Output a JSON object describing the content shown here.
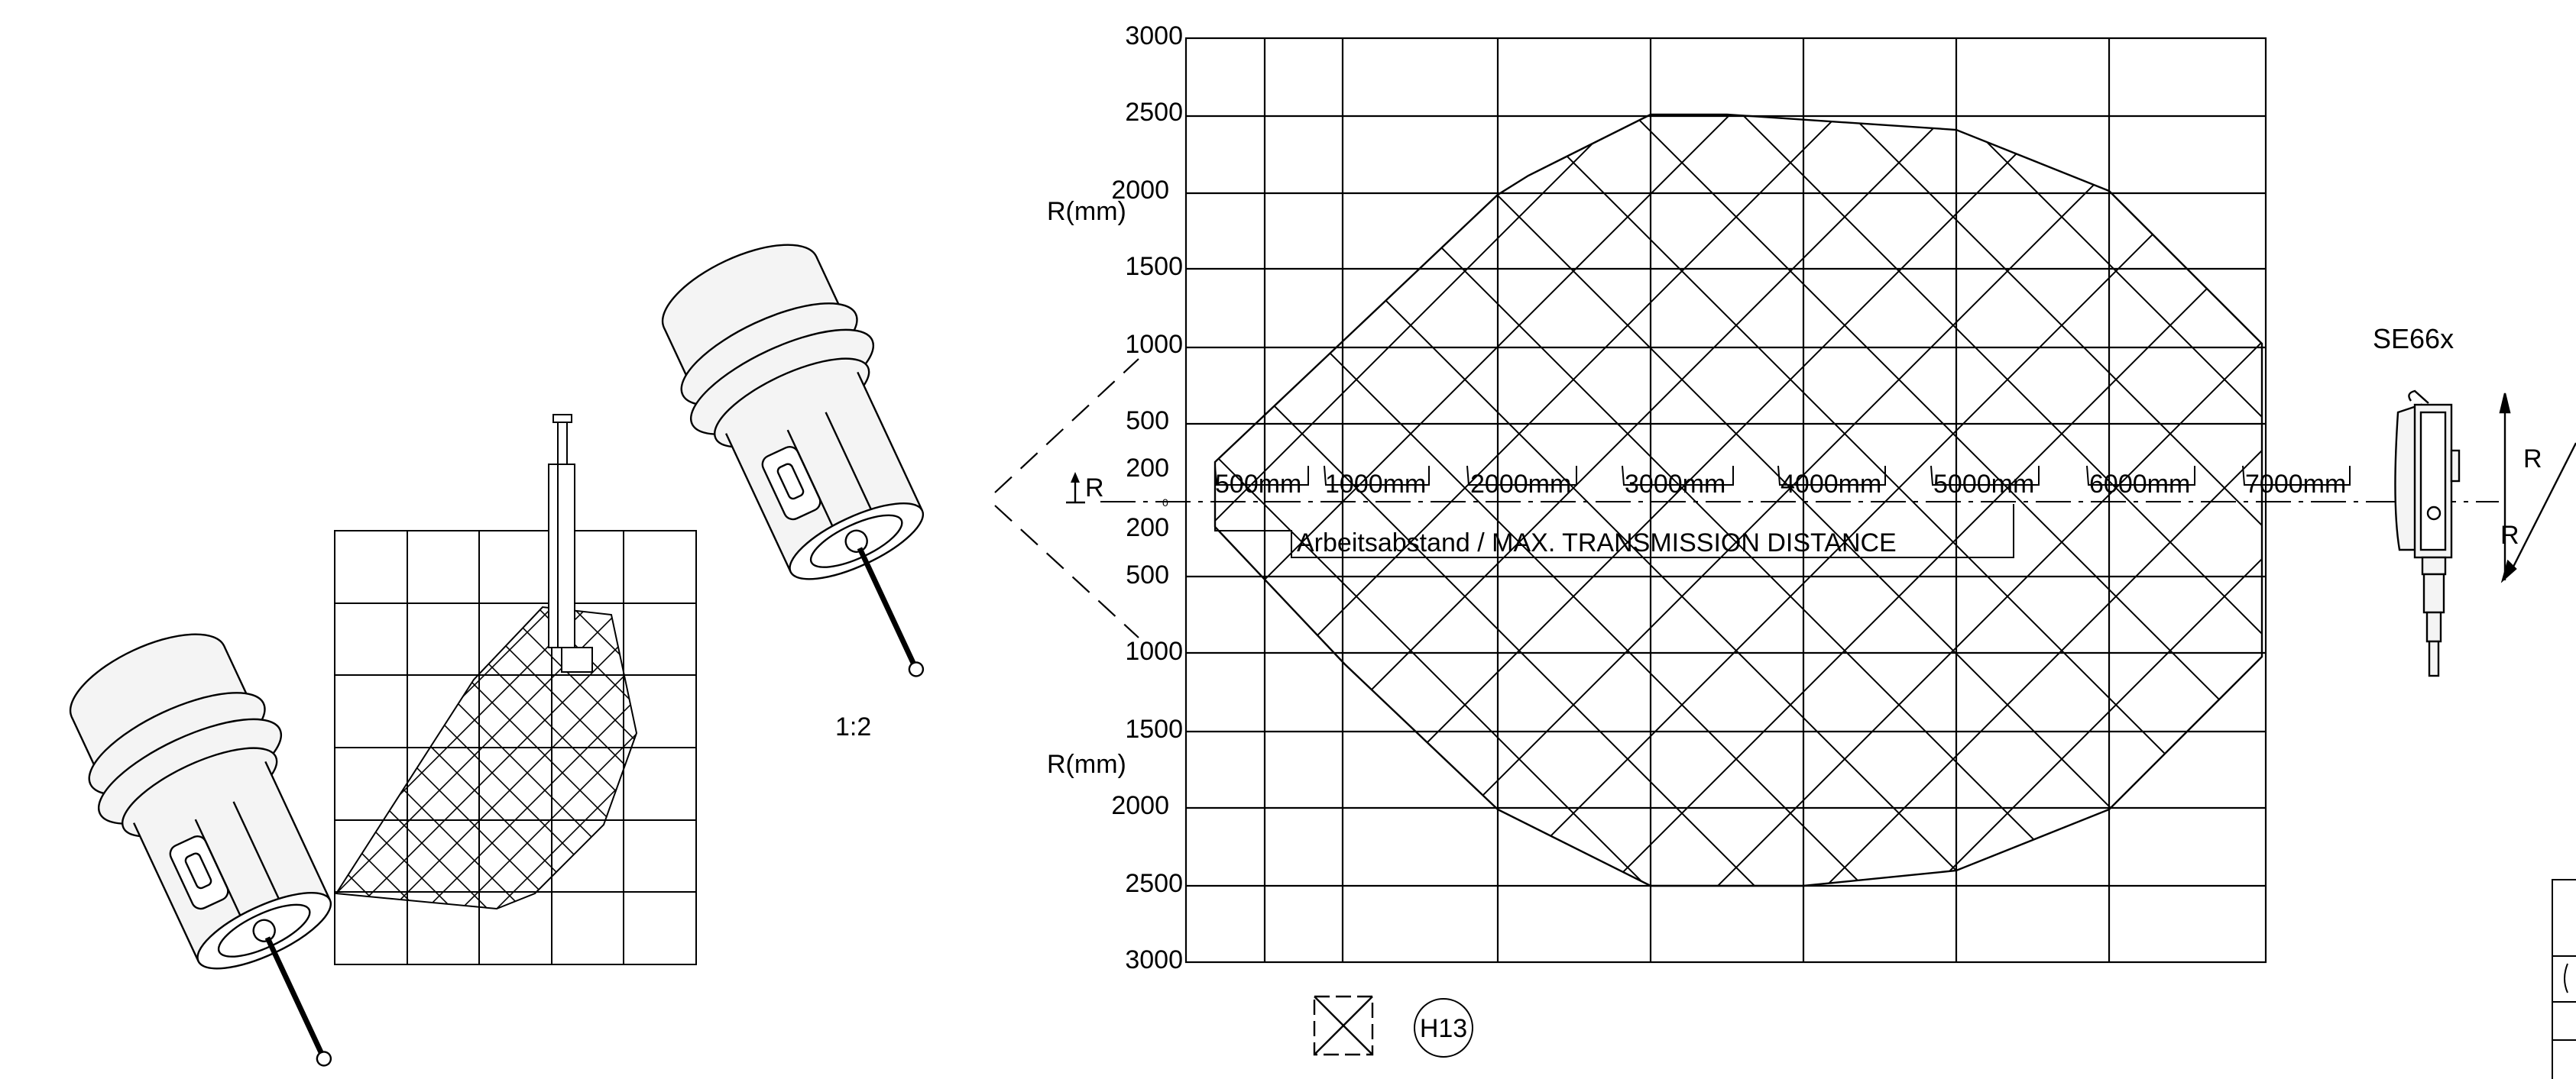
{
  "diagram": {
    "main_chart": {
      "y_ticks": [
        "3000",
        "2500",
        "2000",
        "1500",
        "1000",
        "500",
        "200",
        "200",
        "500",
        "1000",
        "1500",
        "2000",
        "2500",
        "3000"
      ],
      "y_axis_label_top": "R(mm)",
      "y_axis_label_bottom": "R(mm)",
      "axis_marker_label": "R",
      "origin_label": "0",
      "distance_labels": [
        "500mm",
        "1000mm",
        "2000mm",
        "3000mm",
        "4000mm",
        "5000mm",
        "6000mm",
        "7000mm"
      ],
      "caption": "Arbeitsabstand / MAX. TRANSMISSION DISTANCE"
    },
    "scale_label": "1:2",
    "receiver": {
      "label": "SE66x",
      "radius_labels": [
        "R",
        "R"
      ]
    },
    "hatch_badge": "H13",
    "colors": {
      "ink": "#000000",
      "paper": "#ffffff",
      "probe_fill": "#f4f4f4"
    }
  }
}
